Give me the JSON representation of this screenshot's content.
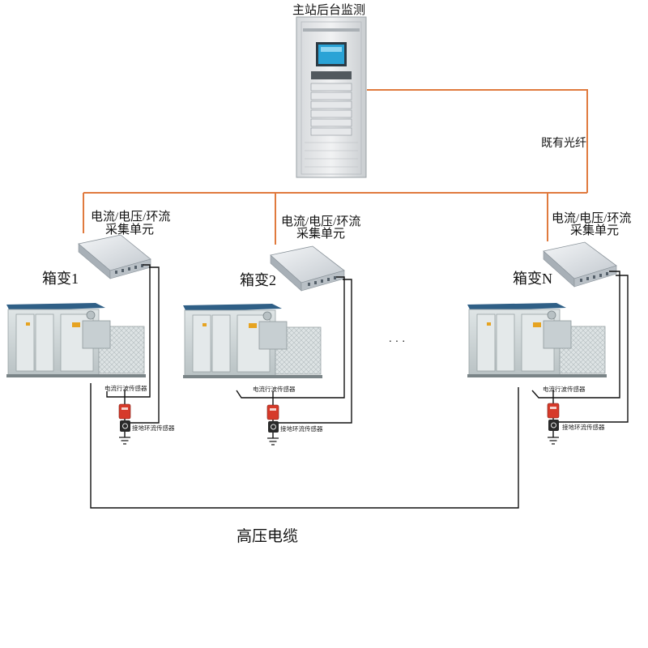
{
  "master_station": {
    "title": "主站后台监测"
  },
  "link_label": "既有光纤",
  "collector_label": {
    "line1": "电流/电压/环流",
    "line2": "采集单元"
  },
  "substations": [
    {
      "name": "箱变1"
    },
    {
      "name": "箱变2"
    },
    {
      "name": "箱变N"
    }
  ],
  "ellipsis": "· · ·",
  "sensor_labels": {
    "traveling_wave": "电流行波传感器",
    "ground_loop": "接地环流传感器"
  },
  "cable_label": "高压电缆",
  "colors": {
    "fiber": "#e07a3e",
    "wire": "#111111",
    "cabinet_body": "#e8eaec",
    "substation_roof": "#2f5f86",
    "substation_body": "#cfd6d8",
    "screen": "#2aa3d6",
    "sensor_red": "#d63a2a"
  },
  "icons": [
    "server-cabinet-icon",
    "collector-unit-icon",
    "box-substation-icon",
    "current-sensor-icon",
    "ground-loop-sensor-icon",
    "ground-symbol-icon"
  ]
}
